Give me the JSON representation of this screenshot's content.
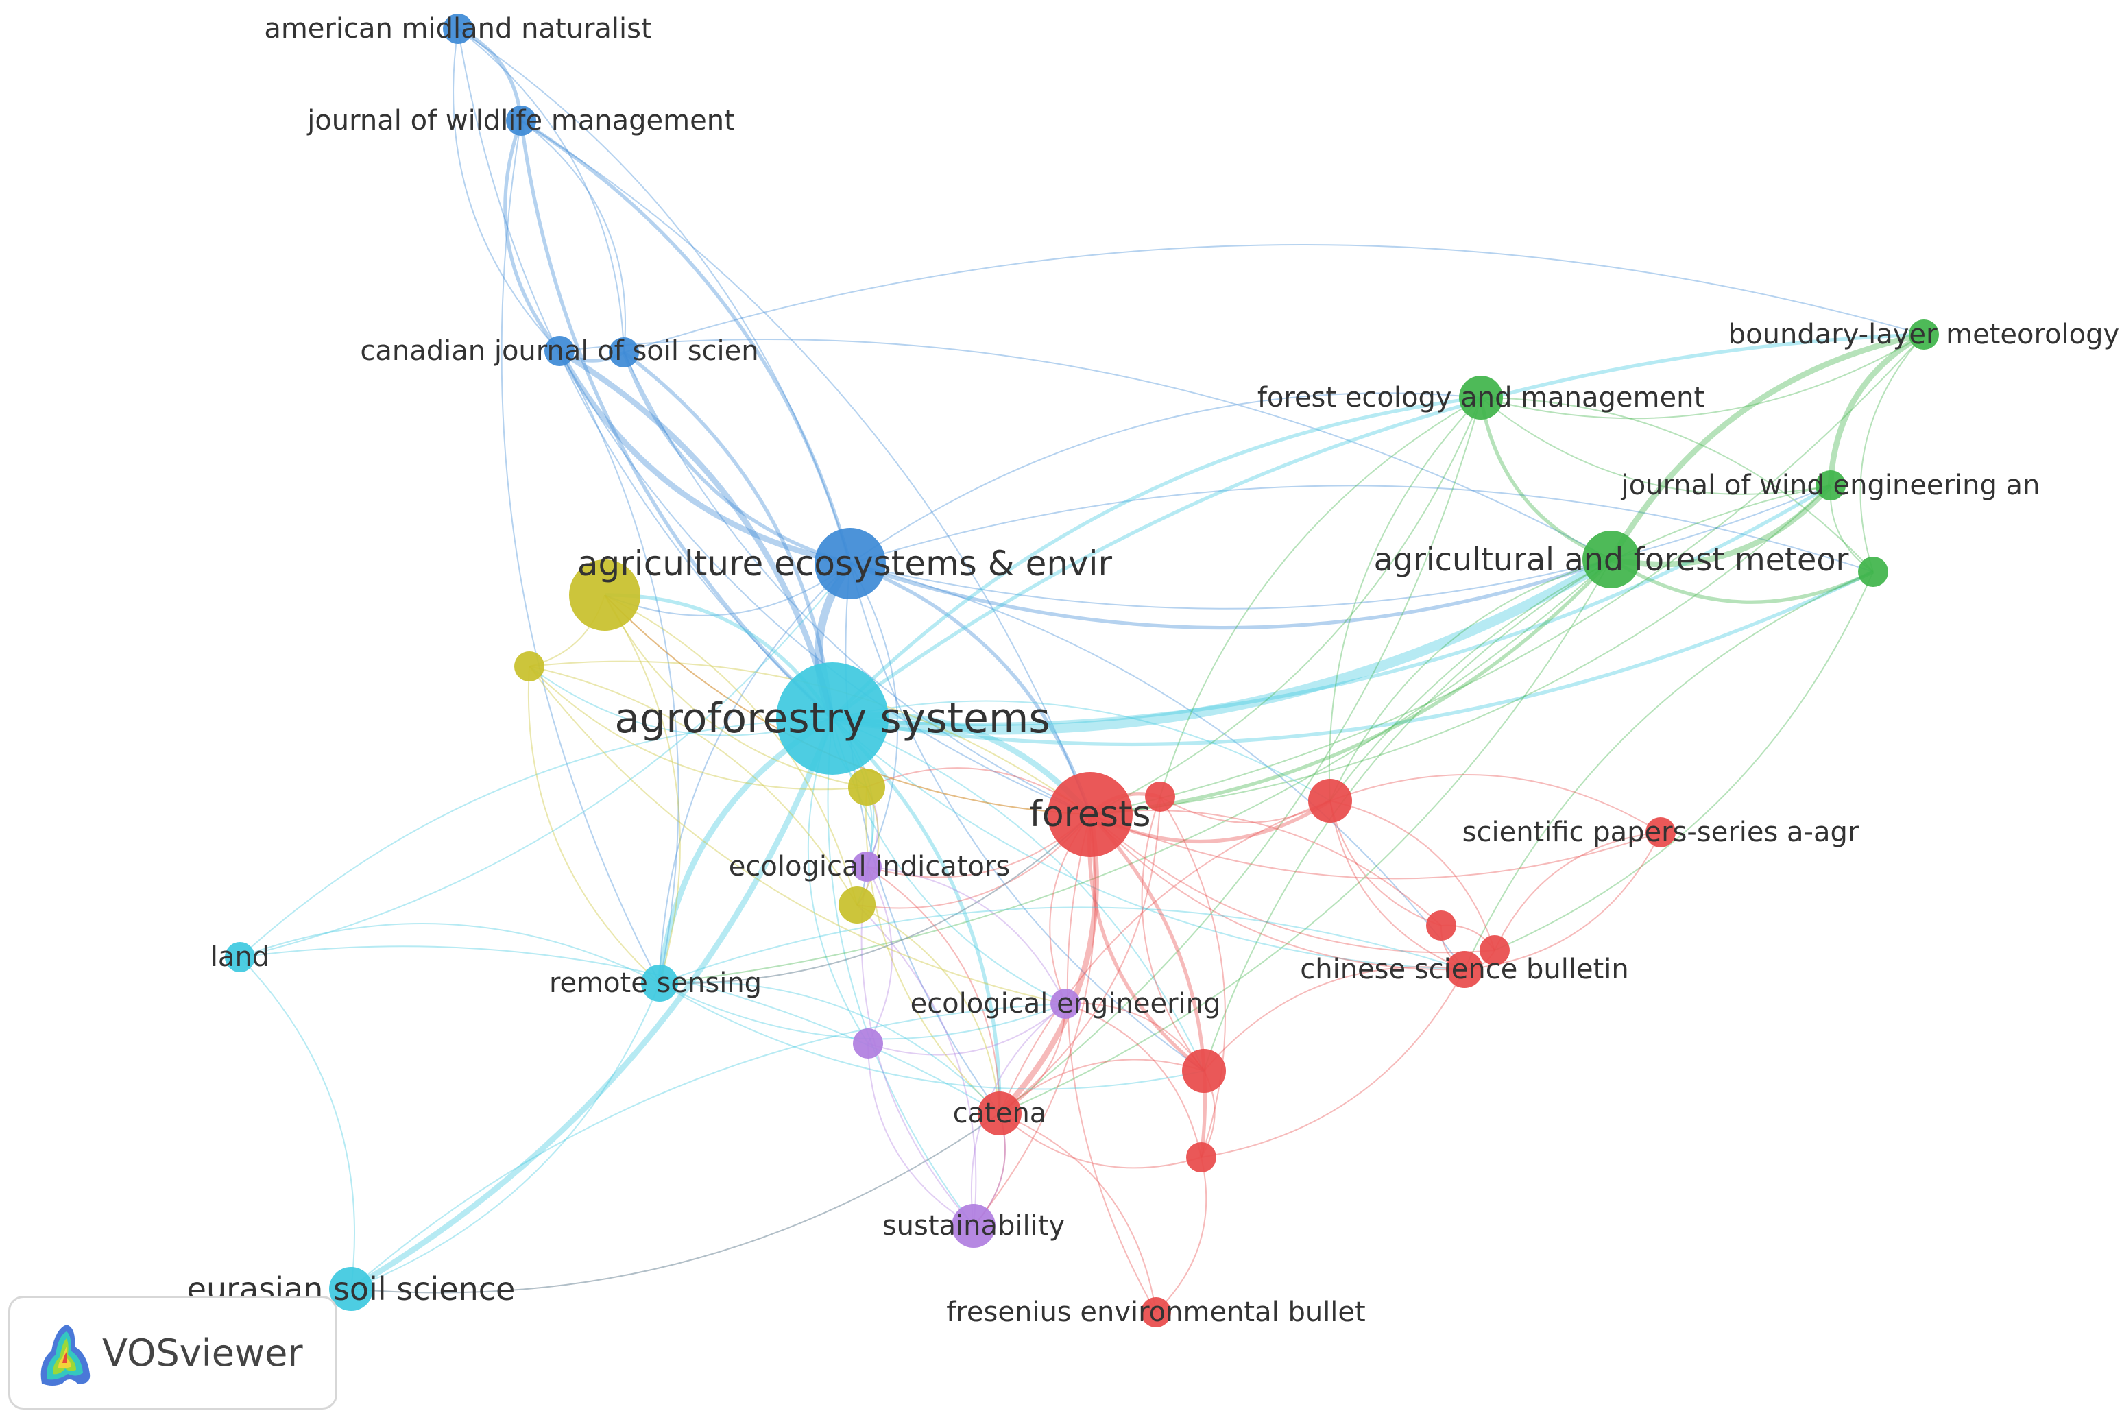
{
  "logo": {
    "text": "VOSviewer"
  },
  "colors": {
    "red": "#e84a4a",
    "green": "#3fb44a",
    "blue": "#3d8ad6",
    "yellow": "#c8c02a",
    "purple": "#b07ee0",
    "cyan": "#3ec9e0"
  },
  "nodes": [
    {
      "id": "amn",
      "label": "american midland naturalist",
      "cluster": "blue",
      "weight": 1
    },
    {
      "id": "jwm",
      "label": "journal of wildlife management",
      "cluster": "blue",
      "weight": 1
    },
    {
      "id": "cjss",
      "label": "canadian journal of soil scien",
      "cluster": "blue",
      "weight": 1
    },
    {
      "id": "b4",
      "label": "",
      "cluster": "blue",
      "weight": 1
    },
    {
      "id": "aee",
      "label": "agriculture ecosystems & envir",
      "cluster": "blue",
      "weight": 4
    },
    {
      "id": "blm",
      "label": "boundary-layer meteorology",
      "cluster": "green",
      "weight": 1
    },
    {
      "id": "fem",
      "label": "forest ecology and management",
      "cluster": "green",
      "weight": 2
    },
    {
      "id": "jwe",
      "label": "journal of wind engineering an",
      "cluster": "green",
      "weight": 1
    },
    {
      "id": "afm",
      "label": "agricultural and forest meteor",
      "cluster": "green",
      "weight": 3
    },
    {
      "id": "g5",
      "label": "",
      "cluster": "green",
      "weight": 1
    },
    {
      "id": "y1",
      "label": "",
      "cluster": "yellow",
      "weight": 4
    },
    {
      "id": "y2",
      "label": "",
      "cluster": "yellow",
      "weight": 1
    },
    {
      "id": "y3",
      "label": "",
      "cluster": "yellow",
      "weight": 1.5
    },
    {
      "id": "y4",
      "label": "",
      "cluster": "yellow",
      "weight": 1.5
    },
    {
      "id": "afs",
      "label": "agroforestry systems",
      "cluster": "cyan",
      "weight": 7
    },
    {
      "id": "land",
      "label": "land",
      "cluster": "cyan",
      "weight": 1
    },
    {
      "id": "rs",
      "label": "remote sensing",
      "cluster": "cyan",
      "weight": 1.5
    },
    {
      "id": "ess",
      "label": "eurasian soil science",
      "cluster": "cyan",
      "weight": 2
    },
    {
      "id": "for",
      "label": "forests",
      "cluster": "red",
      "weight": 5
    },
    {
      "id": "r2",
      "label": "",
      "cluster": "red",
      "weight": 1
    },
    {
      "id": "r3",
      "label": "",
      "cluster": "red",
      "weight": 2
    },
    {
      "id": "spa",
      "label": "scientific papers-series a-agr",
      "cluster": "red",
      "weight": 1
    },
    {
      "id": "r5",
      "label": "",
      "cluster": "red",
      "weight": 1
    },
    {
      "id": "r6",
      "label": "",
      "cluster": "red",
      "weight": 1
    },
    {
      "id": "csb",
      "label": "chinese science bulletin",
      "cluster": "red",
      "weight": 1.5
    },
    {
      "id": "r8",
      "label": "",
      "cluster": "red",
      "weight": 2
    },
    {
      "id": "cat",
      "label": "catena",
      "cluster": "red",
      "weight": 2
    },
    {
      "id": "r10",
      "label": "",
      "cluster": "red",
      "weight": 1
    },
    {
      "id": "feb",
      "label": "fresenius environmental bullet",
      "cluster": "red",
      "weight": 1
    },
    {
      "id": "ei",
      "label": "ecological indicators",
      "cluster": "purple",
      "weight": 1
    },
    {
      "id": "ee",
      "label": "ecological engineering",
      "cluster": "purple",
      "weight": 1
    },
    {
      "id": "p3",
      "label": "",
      "cluster": "purple",
      "weight": 1
    },
    {
      "id": "sus",
      "label": "sustainability",
      "cluster": "purple",
      "weight": 2
    }
  ],
  "links": [
    [
      "amn",
      "jwm",
      2
    ],
    [
      "amn",
      "cjss",
      1
    ],
    [
      "amn",
      "aee",
      1
    ],
    [
      "amn",
      "afs",
      1
    ],
    [
      "amn",
      "b4",
      1
    ],
    [
      "jwm",
      "cjss",
      2
    ],
    [
      "jwm",
      "aee",
      2
    ],
    [
      "jwm",
      "afs",
      2
    ],
    [
      "jwm",
      "b4",
      1
    ],
    [
      "jwm",
      "rs",
      1
    ],
    [
      "jwm",
      "for",
      1
    ],
    [
      "cjss",
      "aee",
      3
    ],
    [
      "cjss",
      "afs",
      3
    ],
    [
      "cjss",
      "b4",
      2
    ],
    [
      "cjss",
      "rs",
      1
    ],
    [
      "cjss",
      "for",
      1
    ],
    [
      "cjss",
      "afm",
      1
    ],
    [
      "b4",
      "aee",
      2
    ],
    [
      "b4",
      "afs",
      2
    ],
    [
      "b4",
      "for",
      1
    ],
    [
      "b4",
      "blm",
      1
    ],
    [
      "aee",
      "afs",
      4
    ],
    [
      "aee",
      "for",
      2
    ],
    [
      "aee",
      "afm",
      2
    ],
    [
      "aee",
      "fem",
      1
    ],
    [
      "aee",
      "jwe",
      1
    ],
    [
      "aee",
      "y1",
      1
    ],
    [
      "aee",
      "r8",
      1
    ],
    [
      "aee",
      "csb",
      1
    ],
    [
      "aee",
      "cat",
      1
    ],
    [
      "aee",
      "ei",
      1
    ],
    [
      "aee",
      "rs",
      1
    ],
    [
      "aee",
      "g5",
      1
    ],
    [
      "afs",
      "afm",
      5
    ],
    [
      "afs",
      "fem",
      2
    ],
    [
      "afs",
      "jwe",
      2
    ],
    [
      "afs",
      "blm",
      2
    ],
    [
      "afs",
      "g5",
      2
    ],
    [
      "afs",
      "for",
      3
    ],
    [
      "afs",
      "y1",
      2
    ],
    [
      "afs",
      "y2",
      1
    ],
    [
      "afs",
      "y3",
      1
    ],
    [
      "afs",
      "y4",
      1
    ],
    [
      "afs",
      "rs",
      3
    ],
    [
      "afs",
      "ess",
      3
    ],
    [
      "afs",
      "land",
      1
    ],
    [
      "afs",
      "cat",
      2
    ],
    [
      "afs",
      "sus",
      1
    ],
    [
      "afs",
      "ei",
      1
    ],
    [
      "afs",
      "ee",
      1
    ],
    [
      "afs",
      "r3",
      1
    ],
    [
      "afs",
      "csb",
      1
    ],
    [
      "afs",
      "r8",
      1
    ],
    [
      "afs",
      "p3",
      1
    ],
    [
      "afm",
      "blm",
      3
    ],
    [
      "afm",
      "jwe",
      3
    ],
    [
      "afm",
      "fem",
      2
    ],
    [
      "afm",
      "g5",
      2
    ],
    [
      "afm",
      "for",
      2
    ],
    [
      "afm",
      "r3",
      1
    ],
    [
      "afm",
      "cat",
      1
    ],
    [
      "afm",
      "r8",
      1
    ],
    [
      "afm",
      "rs",
      1
    ],
    [
      "blm",
      "jwe",
      3
    ],
    [
      "blm",
      "fem",
      1
    ],
    [
      "blm",
      "g5",
      1
    ],
    [
      "blm",
      "for",
      1
    ],
    [
      "fem",
      "jwe",
      1
    ],
    [
      "fem",
      "for",
      1
    ],
    [
      "fem",
      "r3",
      1
    ],
    [
      "fem",
      "cat",
      1
    ],
    [
      "fem",
      "r2",
      1
    ],
    [
      "fem",
      "g5",
      1
    ],
    [
      "jwe",
      "g5",
      1
    ],
    [
      "jwe",
      "for",
      1
    ],
    [
      "jwe",
      "r3",
      1
    ],
    [
      "g5",
      "r6",
      1
    ],
    [
      "g5",
      "csb",
      1
    ],
    [
      "for",
      "r2",
      2
    ],
    [
      "for",
      "r3",
      2
    ],
    [
      "for",
      "cat",
      3
    ],
    [
      "for",
      "r8",
      2
    ],
    [
      "for",
      "r10",
      2
    ],
    [
      "for",
      "csb",
      1
    ],
    [
      "for",
      "ei",
      1
    ],
    [
      "for",
      "ee",
      1
    ],
    [
      "for",
      "sus",
      1
    ],
    [
      "for",
      "y3",
      1
    ],
    [
      "for",
      "y4",
      1
    ],
    [
      "for",
      "spa",
      1
    ],
    [
      "for",
      "r5",
      1
    ],
    [
      "for",
      "r6",
      1
    ],
    [
      "for",
      "rs",
      1
    ],
    [
      "for",
      "feb",
      1
    ],
    [
      "for",
      "y1",
      1
    ],
    [
      "r2",
      "r3",
      1
    ],
    [
      "r2",
      "cat",
      1
    ],
    [
      "r2",
      "r8",
      1
    ],
    [
      "r2",
      "r10",
      1
    ],
    [
      "r3",
      "r5",
      1
    ],
    [
      "r3",
      "r6",
      1
    ],
    [
      "r3",
      "csb",
      1
    ],
    [
      "r3",
      "spa",
      1
    ],
    [
      "r3",
      "cat",
      1
    ],
    [
      "spa",
      "csb",
      1
    ],
    [
      "spa",
      "r6",
      1
    ],
    [
      "r5",
      "r6",
      1
    ],
    [
      "r5",
      "csb",
      1
    ],
    [
      "r6",
      "csb",
      1
    ],
    [
      "r8",
      "cat",
      1
    ],
    [
      "r8",
      "r10",
      1
    ],
    [
      "r8",
      "ee",
      1
    ],
    [
      "r8",
      "csb",
      1
    ],
    [
      "cat",
      "ee",
      1
    ],
    [
      "cat",
      "sus",
      1
    ],
    [
      "cat",
      "r10",
      1
    ],
    [
      "cat",
      "feb",
      1
    ],
    [
      "cat",
      "ei",
      1
    ],
    [
      "cat",
      "ess",
      1
    ],
    [
      "r10",
      "ee",
      1
    ],
    [
      "r10",
      "feb",
      1
    ],
    [
      "r10",
      "csb",
      1
    ],
    [
      "ei",
      "ee",
      1
    ],
    [
      "ei",
      "sus",
      1
    ],
    [
      "ei",
      "p3",
      1
    ],
    [
      "ei",
      "y3",
      1
    ],
    [
      "ei",
      "y4",
      1
    ],
    [
      "ee",
      "sus",
      1
    ],
    [
      "ee",
      "p3",
      1
    ],
    [
      "sus",
      "y4",
      1
    ],
    [
      "sus",
      "p3",
      1
    ],
    [
      "sus",
      "cat",
      1
    ],
    [
      "y1",
      "y2",
      1
    ],
    [
      "y1",
      "y3",
      1
    ],
    [
      "y1",
      "y4",
      1
    ],
    [
      "y1",
      "for",
      1
    ],
    [
      "y1",
      "rs",
      1
    ],
    [
      "y2",
      "y3",
      1
    ],
    [
      "y2",
      "y4",
      1
    ],
    [
      "y2",
      "rs",
      1
    ],
    [
      "y2",
      "for",
      1
    ],
    [
      "y2",
      "ee",
      1
    ],
    [
      "y3",
      "y4",
      1
    ],
    [
      "y3",
      "cat",
      1
    ],
    [
      "y4",
      "cat",
      1
    ],
    [
      "rs",
      "land",
      1
    ],
    [
      "rs",
      "ess",
      1
    ],
    [
      "rs",
      "for",
      1
    ],
    [
      "rs",
      "cat",
      1
    ],
    [
      "rs",
      "ee",
      1
    ],
    [
      "rs",
      "csb",
      1
    ],
    [
      "rs",
      "r8",
      1
    ],
    [
      "land",
      "ess",
      1
    ],
    [
      "land",
      "aee",
      1
    ],
    [
      "land",
      "cat",
      1
    ],
    [
      "ess",
      "cat",
      1
    ],
    [
      "ess",
      "ee",
      1
    ]
  ]
}
